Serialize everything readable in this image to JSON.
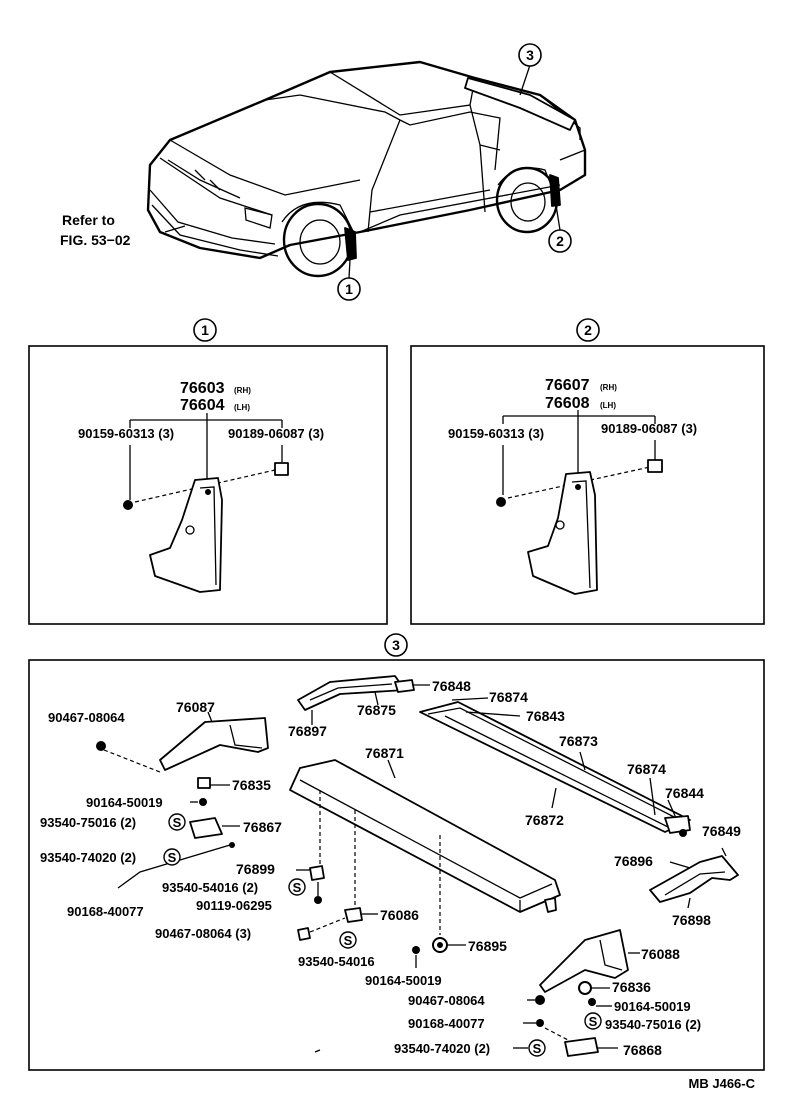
{
  "overview": {
    "refer_line1": "Refer to",
    "refer_line2": "FIG. 53−02",
    "callout_1": "1",
    "callout_2": "2",
    "callout_3": "3"
  },
  "panel1": {
    "header": "1",
    "part_rh": "76603",
    "part_rh_suffix": "(RH)",
    "part_lh": "76604",
    "part_lh_suffix": "(LH)",
    "screw": "90159-60313 (3)",
    "nut": "90189-06087 (3)"
  },
  "panel2": {
    "header": "2",
    "part_rh": "76607",
    "part_rh_suffix": "(RH)",
    "part_lh": "76608",
    "part_lh_suffix": "(LH)",
    "screw": "90159-60313 (3)",
    "nut": "90189-06087 (3)"
  },
  "panel3": {
    "header": "3",
    "labels": {
      "p90467a": "90467-08064",
      "p76087": "76087",
      "p76897": "76897",
      "p76875": "76875",
      "p76848": "76848",
      "p76874a": "76874",
      "p76843": "76843",
      "p76871": "76871",
      "p76873": "76873",
      "p76874b": "76874",
      "p76844": "76844",
      "p76849": "76849",
      "p76872": "76872",
      "p76835": "76835",
      "p90164a": "90164-50019",
      "p93540a": "93540-75016 (2)",
      "p76867": "76867",
      "p93540b": "93540-74020 (2)",
      "p76899": "76899",
      "p93540c": "93540-54016 (2)",
      "p90119": "90119-06295",
      "p90168a": "90168-40077",
      "p76896": "76896",
      "p76898": "76898",
      "p90467b": "90467-08064 (3)",
      "p76086": "76086",
      "p93540d": "93540-54016",
      "p76895": "76895",
      "p90164b": "90164-50019",
      "p76088": "76088",
      "p76836": "76836",
      "p90467c": "90467-08064",
      "p90164c": "90164-50019",
      "p90168b": "90168-40077",
      "p93540e": "93540-75016 (2)",
      "p93540f": "93540-74020 (2)",
      "p76868": "76868"
    },
    "s_symbol": "S"
  },
  "footer": {
    "code": "MB J466-C"
  }
}
